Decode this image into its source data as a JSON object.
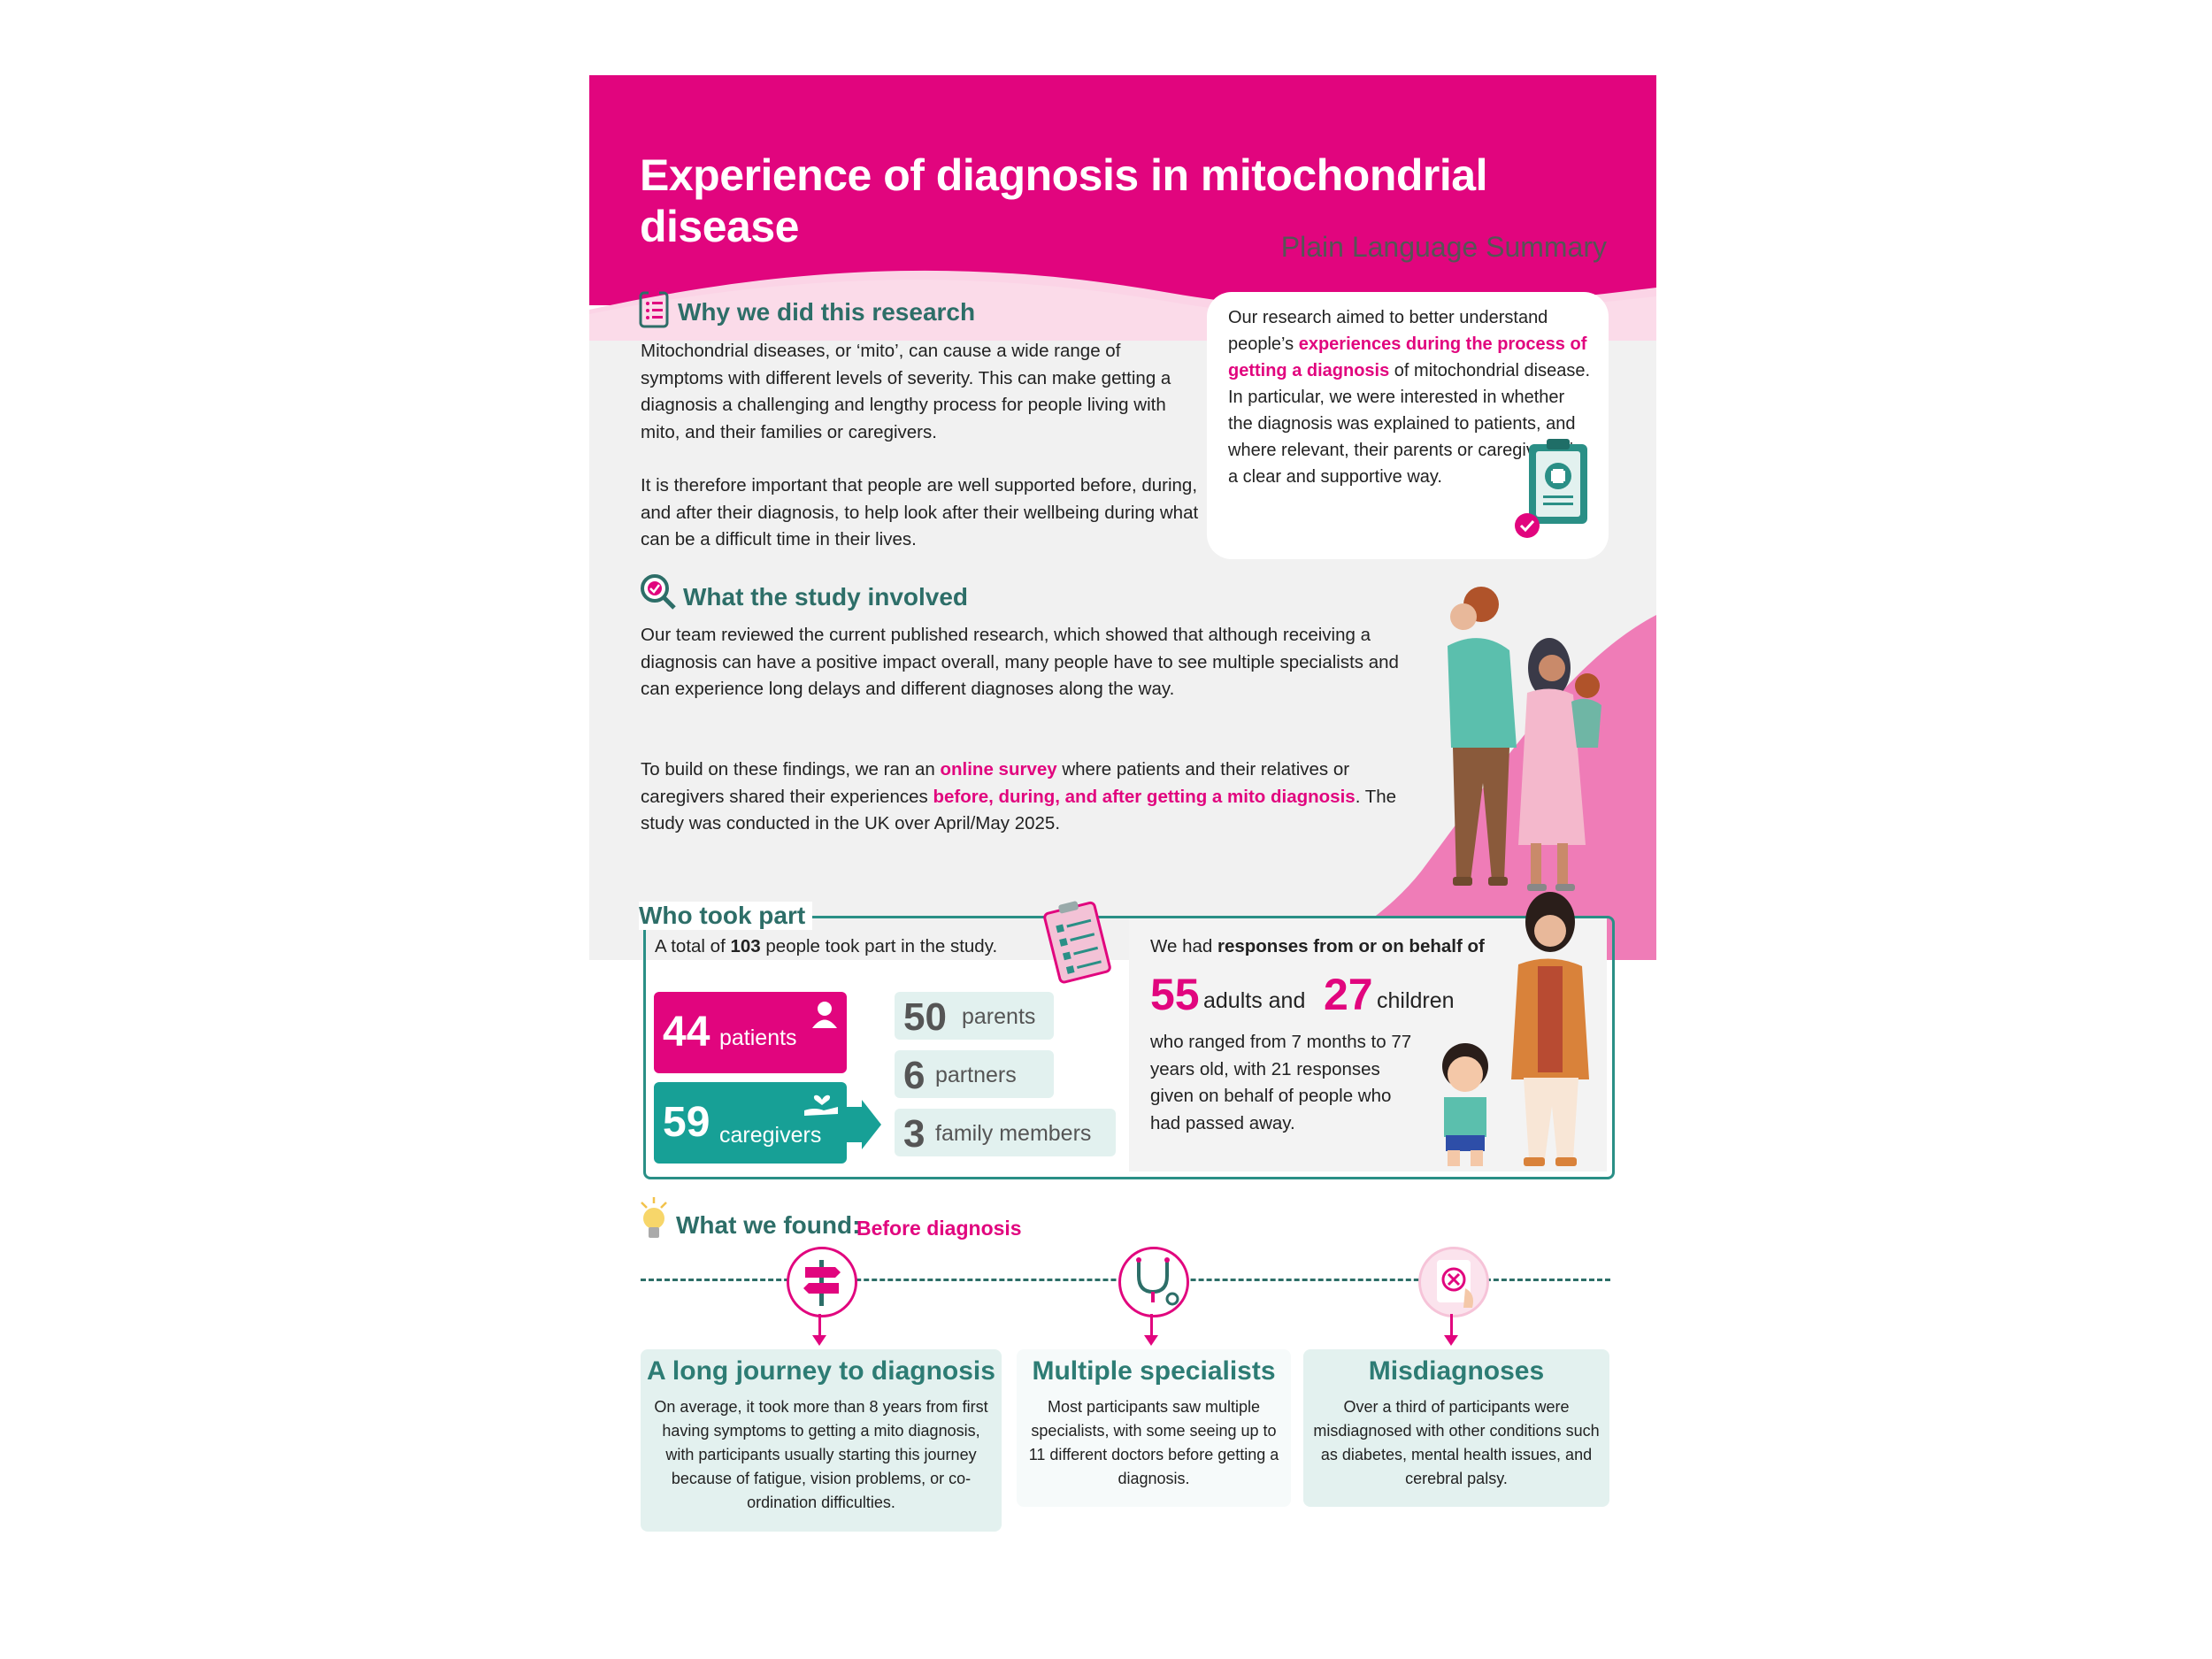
{
  "header": {
    "title": "Experience of diagnosis in mitochondrial disease",
    "subtitle": "Plain Language Summary"
  },
  "why": {
    "heading": "Why we did this research",
    "para1": "Mitochondrial diseases, or ‘mito’, can cause a wide range of symptoms with different levels of severity. This can make getting a diagnosis a challenging and lengthy process for people living with mito, and their families or caregivers.",
    "para2": "It is therefore important that people are well supported before, during, and after their diagnosis, to help look after their wellbeing during what can be a difficult time in their lives."
  },
  "aim_card": {
    "part1": "Our research aimed to better understand people’s ",
    "highlight": "experiences during the process of getting a diagnosis",
    "part2": " of mitochondrial disease. In particular, we were interested in whether the diagnosis was explained to patients, and where relevant, their parents or caregivers, in a clear and supportive way."
  },
  "study": {
    "heading": "What the study involved",
    "para1": "Our team reviewed the current published research, which showed that although receiving a diagnosis can have a positive impact overall, many people have to see multiple specialists and can experience long delays and different diagnoses along the way.",
    "p2_a": "To build on these findings, we ran an ",
    "p2_hl1": "online survey",
    "p2_b": " where patients and their relatives or caregivers shared their experiences ",
    "p2_hl2": "before, during, and after getting a mito diagnosis",
    "p2_c": ". The study was conducted in the UK over April/May 2025."
  },
  "who": {
    "heading": "Who took part",
    "total_a": "A total of ",
    "total_n": "103",
    "total_b": " people took part in the study.",
    "patients_n": "44",
    "patients_label": "patients",
    "caregivers_n": "59",
    "caregivers_label": "caregivers",
    "parents_n": "50",
    "parents_label": "parents",
    "partners_n": "6",
    "partners_label": "partners",
    "family_n": "3",
    "family_label": "family members",
    "resp_a": "We had ",
    "resp_bold": "responses from or on behalf of",
    "adults_n": "55",
    "adults_label": "adults and",
    "children_n": "27",
    "children_label": "children",
    "range_text": "who ranged from 7 months to 77 years old, with 21 responses given on behalf of people who had passed away."
  },
  "found": {
    "heading": "What we found:",
    "sub": "Before diagnosis",
    "cards": [
      {
        "title": "A long journey to diagnosis",
        "text": "On average, it took more than 8 years from first having symptoms to getting a mito diagnosis, with participants usually starting this journey because of fatigue, vision problems, or co-ordination difficulties."
      },
      {
        "title": "Multiple specialists",
        "text": "Most participants saw multiple specialists, with some seeing up to 11 different doctors before getting a diagnosis."
      },
      {
        "title": "Misdiagnoses",
        "text": "Over a third of participants were misdiagnosed with other conditions such as diabetes, mental health issues, and cerebral palsy."
      }
    ]
  },
  "colors": {
    "pink": "#e1057e",
    "teal": "#17a096",
    "dark_teal": "#2d6e68"
  }
}
